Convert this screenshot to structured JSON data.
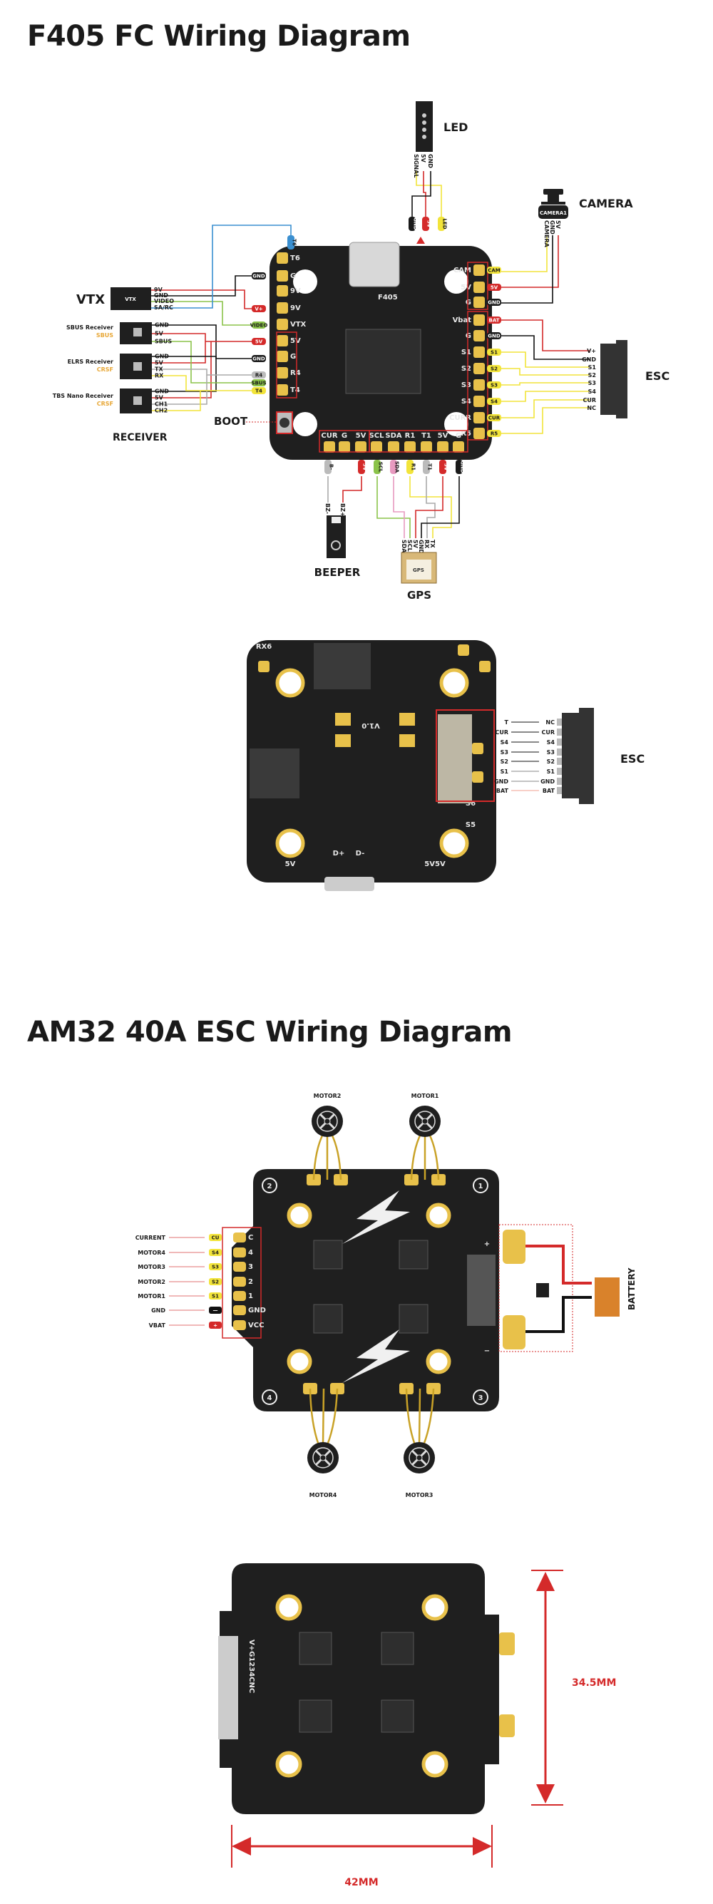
{
  "titles": {
    "fc": "F405 FC Wiring Diagram",
    "esc": "AM32 40A ESC Wiring Diagram"
  },
  "colors": {
    "board": "#1f1f1f",
    "pad": "#e8c14a",
    "red": "#d42a2a",
    "yellow": "#f2e43a",
    "green": "#8bc34a",
    "blue": "#3a8fd0",
    "gray": "#b5b5b5",
    "pink": "#e89ac0",
    "battery": "#d9822b"
  },
  "fc_top": {
    "board_label": "F405",
    "led": {
      "label": "LED",
      "pins": [
        "SIGNAL",
        "5V",
        "GND"
      ],
      "tags": [
        "GND",
        "5V",
        "LED"
      ]
    },
    "camera": {
      "label": "CAMERA",
      "body": "CAMERA1",
      "pins": [
        "CAMERA",
        "GND",
        "5V"
      ]
    },
    "vtx": {
      "label": "VTX",
      "body": "VTX",
      "pins": [
        "9V",
        "GND",
        "VIDEO",
        "SA/RC"
      ]
    },
    "t6_tag": "T6",
    "left_tags": [
      "GND",
      "V+",
      "VIDEO",
      "5V",
      "GND",
      "R4",
      "SBUS",
      "T4"
    ],
    "left_pads": [
      "T6",
      "G",
      "9V",
      "9V",
      "VTX",
      "5V",
      "G",
      "R4",
      "T4"
    ],
    "receivers": [
      {
        "name": "SBUS Receiver",
        "protocol": "SBUS",
        "pins": [
          "GND",
          "5V",
          "SBUS"
        ]
      },
      {
        "name": "ELRS Receiver",
        "protocol": "CRSF",
        "pins": [
          "GND",
          "5V",
          "TX",
          "RX"
        ]
      },
      {
        "name": "TBS Nano Receiver",
        "protocol": "CRSF",
        "pins": [
          "GND",
          "5V",
          "CH1",
          "CH2"
        ]
      }
    ],
    "receiver_label": "RECEIVER",
    "boot_label": "BOOT",
    "right_pads": [
      "CAM",
      "5V",
      "G",
      "Vbat",
      "G",
      "S1",
      "S2",
      "S3",
      "S4",
      "CURR",
      "R5"
    ],
    "right_tags": [
      "CAM",
      "5V",
      "GND",
      "BAT",
      "GND",
      "S1",
      "S2",
      "S3",
      "S4",
      "CUR",
      "R5"
    ],
    "esc": {
      "label": "ESC",
      "pins": [
        "V+",
        "GND",
        "S1",
        "S2",
        "S3",
        "S4",
        "CUR",
        "NC"
      ]
    },
    "bottom_pads": [
      "CUR",
      "G",
      "5V",
      "SCL",
      "SDA",
      "R1",
      "T1",
      "5V",
      "G"
    ],
    "bottom_tags": [
      "B-",
      "5V",
      "SCL",
      "SDA",
      "R1",
      "T1",
      "5V",
      "GND"
    ],
    "beeper": {
      "label": "BEEPER",
      "pins": [
        "BZ-",
        "BZ+"
      ]
    },
    "gps": {
      "label": "GPS",
      "body": "GPS",
      "pins": [
        "SDA",
        "SCL",
        "5V",
        "GND",
        "RX",
        "TX"
      ]
    }
  },
  "fc_bottom": {
    "board_label": "V1.0",
    "pad_labels": [
      "RX6",
      "5V",
      "D+",
      "D-",
      "5V5V",
      "S5",
      "S6"
    ],
    "left_pins": [
      "T",
      "CUR",
      "S4",
      "S3",
      "S2",
      "S1",
      "GND",
      "BAT"
    ],
    "right_pins": [
      "NC",
      "CUR",
      "S4",
      "S3",
      "S2",
      "S1",
      "GND",
      "BAT"
    ],
    "esc_label": "ESC"
  },
  "esc_top": {
    "motors": [
      "MOTOR2",
      "MOTOR1",
      "MOTOR4",
      "MOTOR3"
    ],
    "corner_numbers": [
      "2",
      "1",
      "4",
      "3"
    ],
    "signals": [
      {
        "name": "CURRENT",
        "tag": "CU"
      },
      {
        "name": "MOTOR4",
        "tag": "S4"
      },
      {
        "name": "MOTOR3",
        "tag": "S3"
      },
      {
        "name": "MOTOR2",
        "tag": "S2"
      },
      {
        "name": "MOTOR1",
        "tag": "S1"
      },
      {
        "name": "GND",
        "tag": "—"
      },
      {
        "name": "VBAT",
        "tag": "+"
      }
    ],
    "pad_silk": [
      "C",
      "4",
      "3",
      "2",
      "1",
      "GND",
      "VCC"
    ],
    "battery_label": "BATTERY",
    "plus": "+",
    "minus": "−"
  },
  "esc_bottom": {
    "height_label": "34.5MM",
    "width_label": "42MM",
    "silk": "V+G1234CNC"
  }
}
